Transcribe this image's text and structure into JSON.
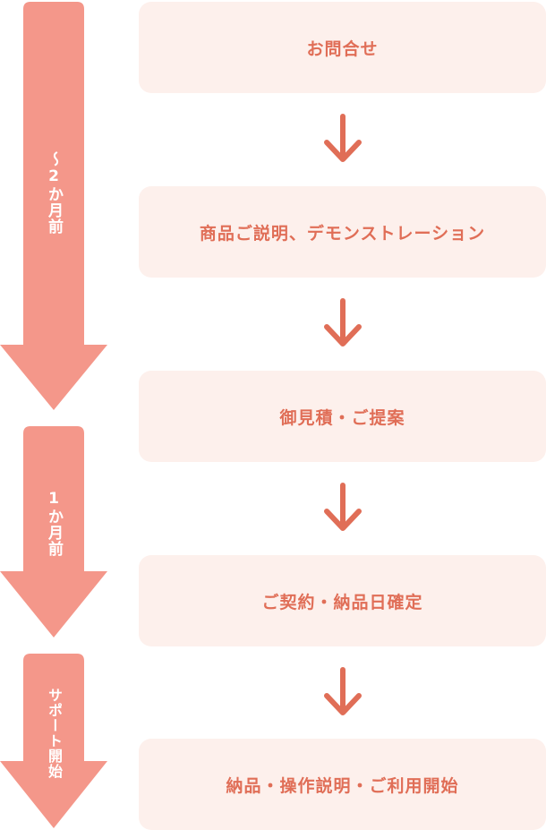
{
  "colors": {
    "phase_arrow": "#f4978a",
    "step_bg": "#fdf0ec",
    "step_text": "#e06e57",
    "connector": "#e06e57"
  },
  "phases": [
    {
      "label": "〜2か月前"
    },
    {
      "label": "1か月前"
    },
    {
      "label": "サポート開始"
    }
  ],
  "steps": [
    {
      "label": "お問合せ"
    },
    {
      "label": "商品ご説明、デモンストレーション"
    },
    {
      "label": "御見積・ご提案"
    },
    {
      "label": "ご契約・納品日確定"
    },
    {
      "label": "納品・操作説明・ご利用開始"
    }
  ],
  "icons": {
    "phase": "down-arrow-icon",
    "connector": "arrow-down-icon"
  }
}
